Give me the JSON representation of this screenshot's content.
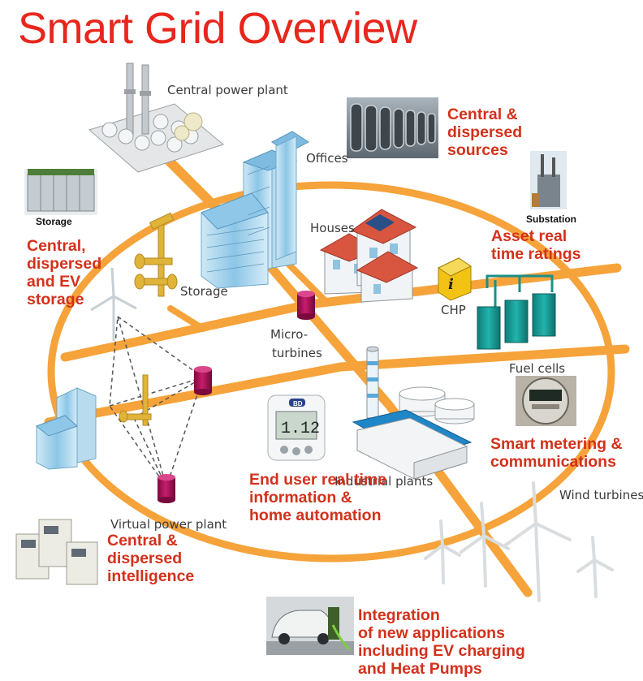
{
  "title": "Smart Grid Overview",
  "labels": {
    "central_power_plant": "Central power plant",
    "offices": "Offices",
    "houses": "Houses",
    "storage": "Storage",
    "chp": "CHP",
    "micro_turbines_1": "Micro-",
    "micro_turbines_2": "turbines",
    "fuel_cells": "Fuel cells",
    "industrial_plants": "Industrial plants",
    "wind_turbines": "Wind turbines",
    "virtual_power_plant": "Virtual power plant"
  },
  "photo_captions": {
    "storage": "Storage",
    "substation": "Substation"
  },
  "callouts": {
    "sources": [
      "Central &",
      "dispersed",
      "sources"
    ],
    "asset": [
      "Asset real",
      "time ratings"
    ],
    "storage": [
      "Central,",
      "dispersed",
      "and EV",
      "storage"
    ],
    "metering": [
      "Smart metering &",
      "communications"
    ],
    "end_user": [
      "End user real time",
      "information &",
      "home automation"
    ],
    "intelligence": [
      "Central &",
      "dispersed",
      "intelligence"
    ],
    "integration": [
      "Integration",
      "of new applications",
      "including EV charging",
      "and Heat Pumps"
    ]
  },
  "device_display": "1.12",
  "device_brand": "BD",
  "chp_badge": "i",
  "colors": {
    "title": "#e8261c",
    "callout": "#d3311b",
    "grid_line": "#f5a33a",
    "building_glass": "#9fd0ea",
    "storage_cylinder": "#b0125b",
    "fuel_cell": "#1a9f9a",
    "chp_box": "#f2c314"
  }
}
